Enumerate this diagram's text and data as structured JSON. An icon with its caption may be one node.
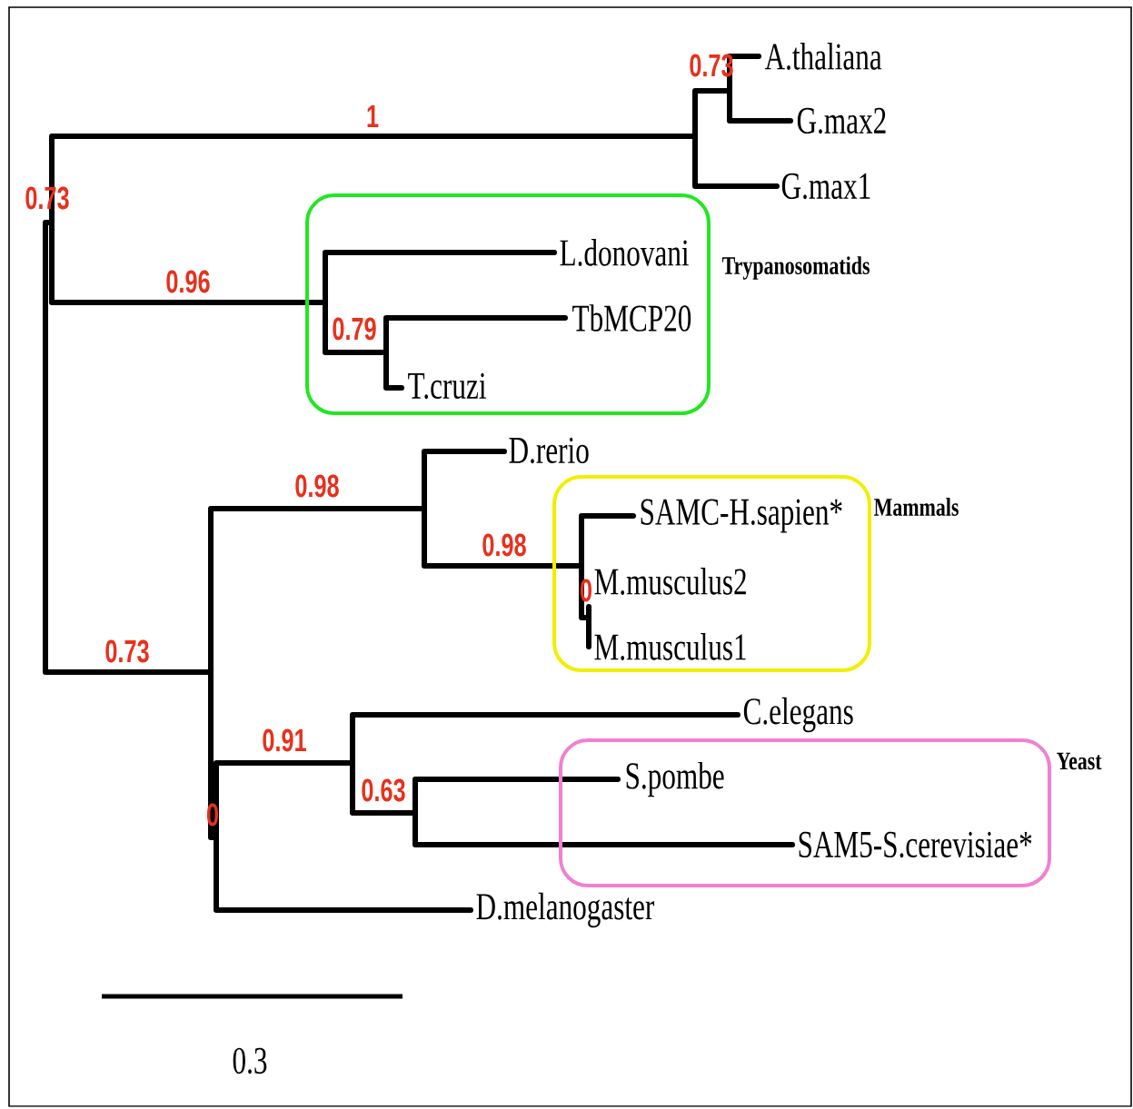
{
  "diagram": {
    "nodes": [
      {
        "text": [
          "A.thaliana"
        ]
      },
      {
        "text": [
          "G.max2"
        ]
      },
      {
        "text": [
          "G.max1"
        ]
      },
      {
        "text": [
          "Trypanosomatids"
        ]
      },
      {
        "text": [
          "L.donovani"
        ],
        "in": 3
      },
      {
        "text": [
          "TbMCP20"
        ],
        "in": 3
      },
      {
        "text": [
          "T.cruzi"
        ],
        "in": 3
      },
      {
        "text": [
          "D.rerio"
        ]
      },
      {
        "text": [
          "Mammals"
        ]
      },
      {
        "text": [
          "SAMC-H.sapien*"
        ],
        "in": 8
      },
      {
        "text": [
          "M.musculus2"
        ],
        "in": 8
      },
      {
        "text": [
          "M.musculus1"
        ],
        "in": 8
      },
      {
        "text": [
          "C.elegans"
        ]
      },
      {
        "text": [
          "Yeast"
        ]
      },
      {
        "text": [
          "S.pombe"
        ],
        "in": 13
      },
      {
        "text": [
          "SAM5-S.cerevisiae*"
        ],
        "in": 13
      },
      {
        "text": [
          "D.melanogaster"
        ]
      }
    ],
    "labels": [
      "0.73",
      "1",
      "0.73",
      "0.96",
      "0.79",
      "0.98",
      "0.98",
      "0",
      "0.73",
      "0.91",
      "0.63",
      "0",
      "0.3"
    ]
  }
}
